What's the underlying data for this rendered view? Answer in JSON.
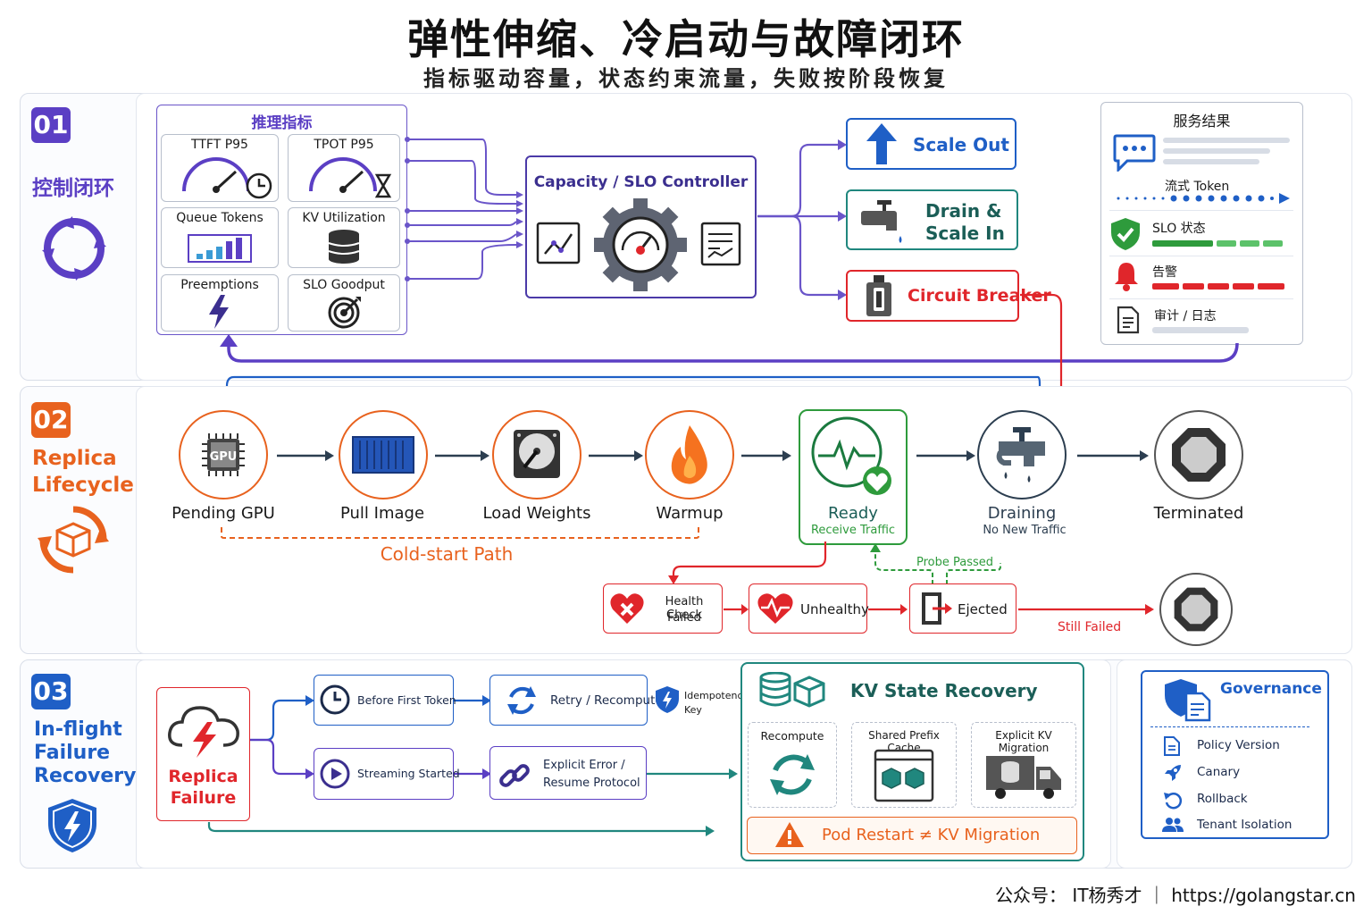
{
  "header": {
    "title": "弹性伸缩、冷启动与故障闭环",
    "subtitle": "指标驱动容量，状态约束流量，失败按阶段恢复"
  },
  "colors": {
    "purple": "#5b3fc4",
    "orange": "#e8621e",
    "blue": "#1f5fc6",
    "green": "#2e9b3c",
    "red": "#e0262b",
    "teal": "#20877e"
  },
  "section1": {
    "number": "01",
    "label": "控制闭环",
    "metrics": {
      "title": "推理指标",
      "items": [
        "TTFT P95",
        "TPOT P95",
        "Queue Tokens",
        "KV Utilization",
        "Preemptions",
        "SLO Goodput"
      ]
    },
    "controller": "Capacity / SLO Controller",
    "actions": {
      "scale_out": "Scale Out",
      "drain_l1": "Drain &",
      "drain_l2": "Scale In",
      "breaker": "Circuit Breaker"
    },
    "results": {
      "title": "服务结果",
      "stream": "流式 Token",
      "slo": "SLO 状态",
      "alert": "告警",
      "audit": "审计 / 日志"
    }
  },
  "section2": {
    "number": "02",
    "label_l1": "Replica",
    "label_l2": "Lifecycle",
    "stages": [
      "Pending GPU",
      "Pull Image",
      "Load Weights",
      "Warmup",
      "Ready",
      "Draining",
      "Terminated"
    ],
    "ready_sub": "Receive Traffic",
    "draining_sub": "No New Traffic",
    "cold_start": "Cold-start Path",
    "probe": "Probe Passed",
    "failure": {
      "health_l1": "Health Check",
      "health_l2": "Failed",
      "unhealthy": "Unhealthy",
      "ejected": "Ejected",
      "still_failed": "Still Failed"
    }
  },
  "section3": {
    "number": "03",
    "label_l1": "In-flight",
    "label_l2": "Failure",
    "label_l3": "Recovery",
    "replica_failure_l1": "Replica",
    "replica_failure_l2": "Failure",
    "before_first": "Before First Token",
    "retry": "Retry / Recompute",
    "idem_l1": "Idempotency",
    "idem_l2": "Key",
    "streaming": "Streaming Started",
    "explicit_l1": "Explicit Error /",
    "explicit_l2": "Resume Protocol",
    "kv": {
      "title": "KV State Recovery",
      "cols": [
        "Recompute",
        "Shared Prefix Cache",
        "Explicit KV Migration"
      ],
      "warning": "Pod Restart ≠ KV Migration"
    },
    "governance": {
      "title": "Governance",
      "items": [
        "Policy Version",
        "Canary",
        "Rollback",
        "Tenant Isolation"
      ]
    }
  },
  "footer": "公众号： IT杨秀才 ｜ https://golangstar.cn"
}
